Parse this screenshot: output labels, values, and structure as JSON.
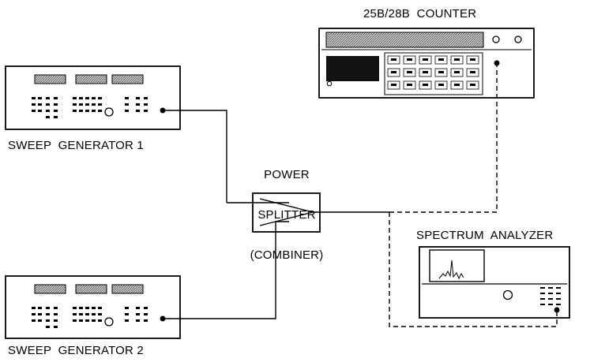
{
  "labels": {
    "counter": "25B/28B  COUNTER",
    "sweep1": "SWEEP  GENERATOR 1",
    "sweep2": "SWEEP  GENERATOR 2",
    "splitter_line1": "POWER",
    "splitter_line2": "SPLITTER",
    "splitter_line3": "(COMBINER)",
    "analyzer": "SPECTRUM  ANALYZER"
  },
  "connections": [
    {
      "from": "sweep-generator-1",
      "to": "power-splitter",
      "style": "solid"
    },
    {
      "from": "sweep-generator-2",
      "to": "power-splitter",
      "style": "solid"
    },
    {
      "from": "power-splitter",
      "to": "counter",
      "style": "dashed"
    },
    {
      "from": "power-splitter",
      "to": "spectrum-analyzer",
      "style": "dashed"
    }
  ],
  "colors": {
    "line": "#000000",
    "hatch": "#8a8a8a",
    "screen": "#111111",
    "background": "#ffffff"
  }
}
